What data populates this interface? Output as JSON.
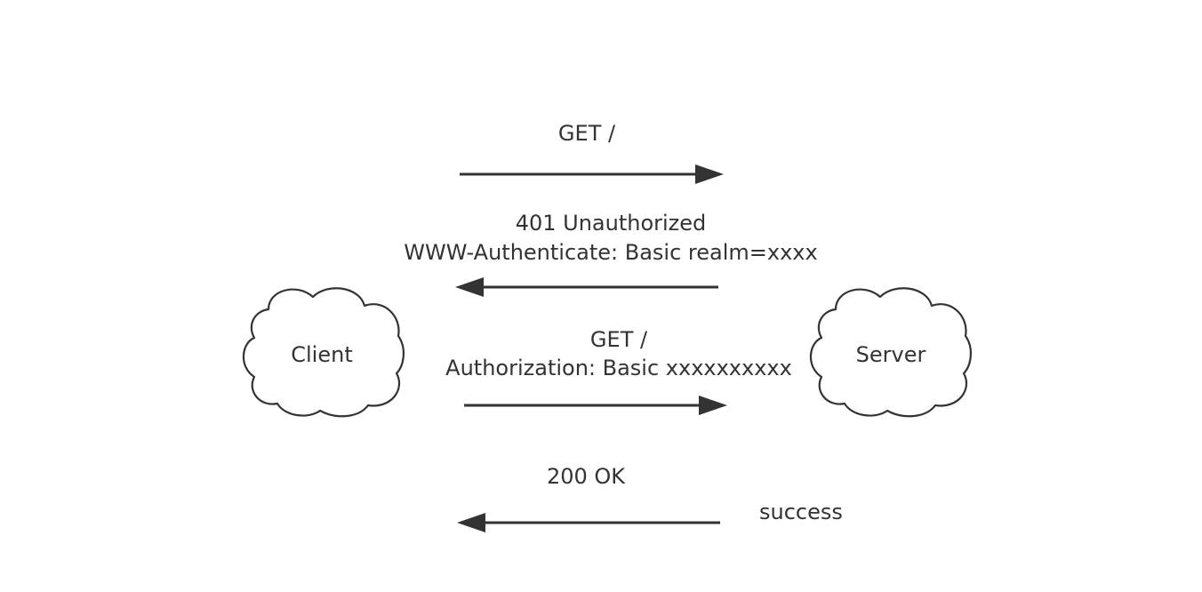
{
  "nodes": {
    "client": "Client",
    "server": "Server"
  },
  "messages": [
    {
      "lines": [
        "GET /"
      ],
      "direction": "client-to-server"
    },
    {
      "lines": [
        "401 Unauthorized",
        "WWW-Authenticate: Basic realm=xxxx"
      ],
      "direction": "server-to-client"
    },
    {
      "lines": [
        "GET /",
        "Authorization: Basic xxxxxxxxxx"
      ],
      "direction": "client-to-server"
    },
    {
      "lines": [
        "200 OK"
      ],
      "direction": "server-to-client"
    }
  ],
  "annotations": {
    "success": "success"
  },
  "colors": {
    "stroke": "#333333",
    "text": "#333333",
    "background": "#ffffff"
  }
}
